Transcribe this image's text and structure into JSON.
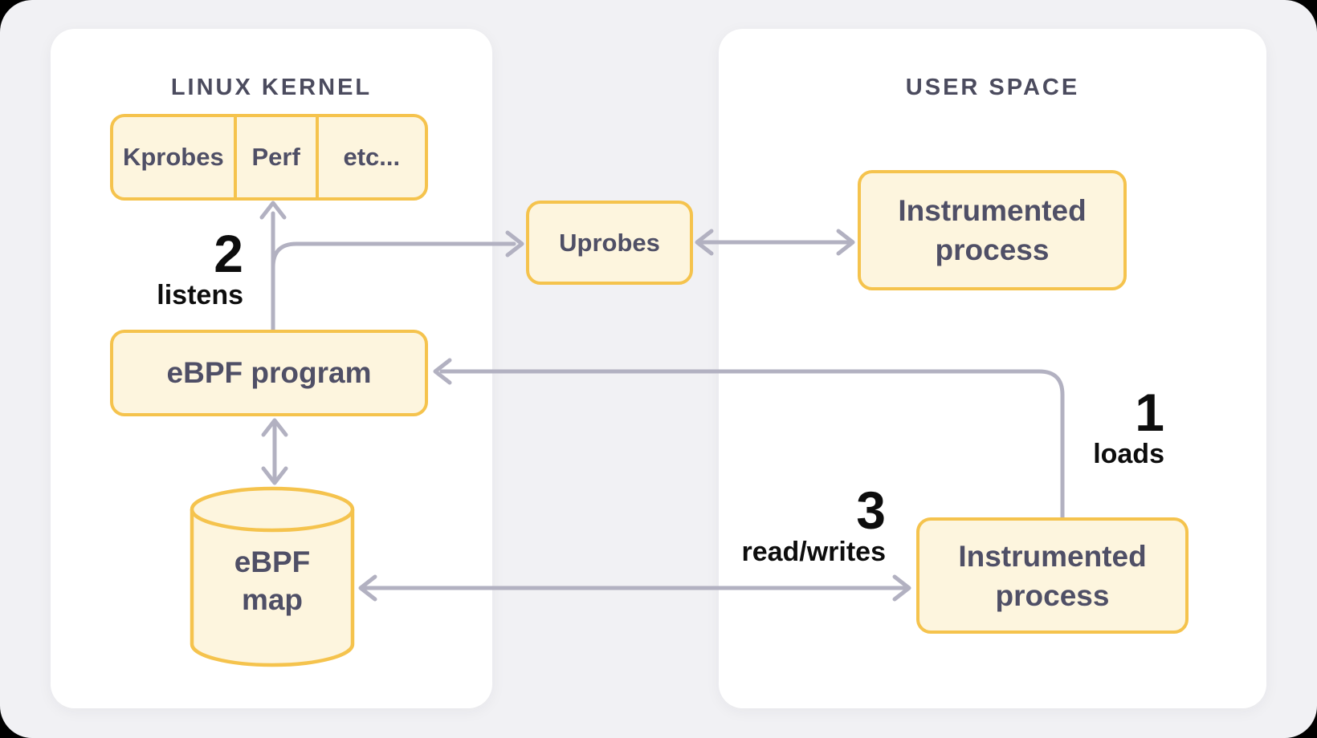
{
  "colors": {
    "background": "#f1f1f4",
    "panel": "#ffffff",
    "node_fill": "#fdf5de",
    "node_border": "#f5c34d",
    "arrow": "#b2b1c1",
    "title_text": "#4b4b5e",
    "node_text": "#4f4f66",
    "step_text": "#0d0d0d"
  },
  "panels": {
    "kernel": {
      "title": "LINUX KERNEL"
    },
    "user": {
      "title": "USER SPACE"
    }
  },
  "nodes": {
    "probes_row": {
      "cells": [
        "Kprobes",
        "Perf",
        "etc..."
      ]
    },
    "ebpf_program": {
      "label": "eBPF program"
    },
    "ebpf_map": {
      "label": "eBPF map"
    },
    "uprobes": {
      "label": "Uprobes"
    },
    "instrumented_top": {
      "label": "Instrumented process"
    },
    "instrumented_bottom": {
      "label": "Instrumented process"
    }
  },
  "steps": {
    "loads": {
      "number": "1",
      "label": "loads"
    },
    "listens": {
      "number": "2",
      "label": "listens"
    },
    "read_writes": {
      "number": "3",
      "label": "read/writes"
    }
  }
}
